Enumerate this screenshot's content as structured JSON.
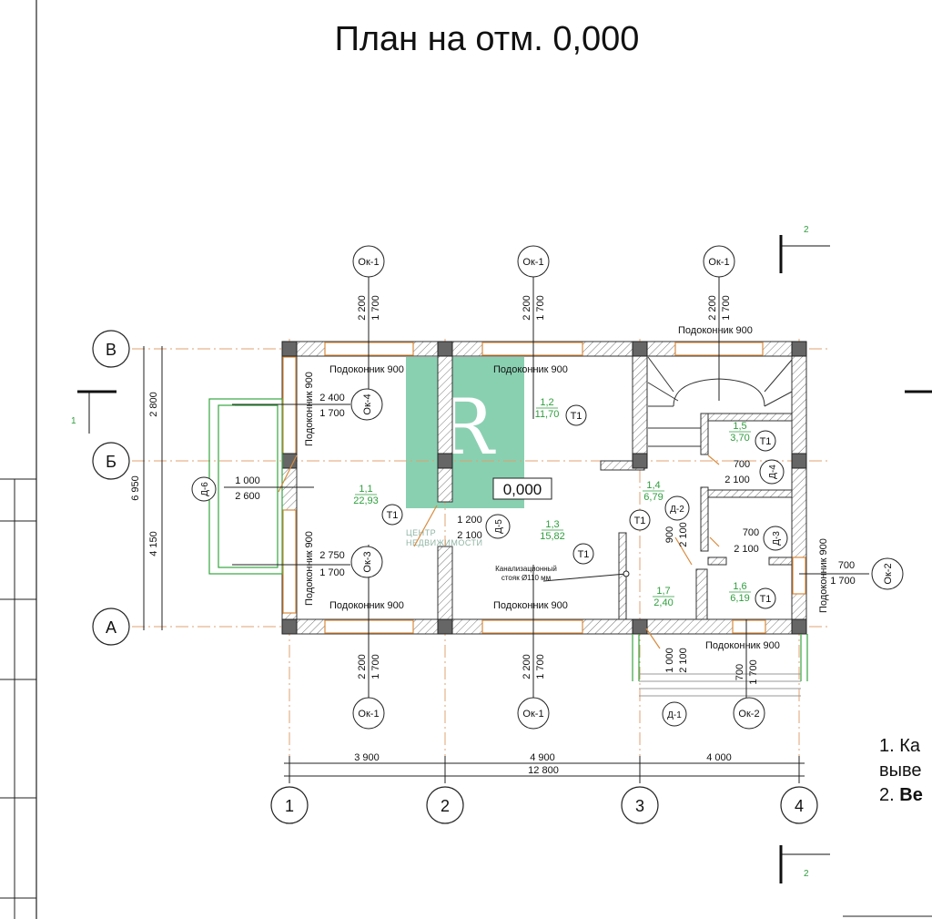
{
  "title": "План на отм. 0,000",
  "axes": {
    "rows": [
      "В",
      "Б",
      "А"
    ],
    "columns": [
      "1",
      "2",
      "3",
      "4"
    ]
  },
  "dimensions": {
    "spans": [
      "3 900",
      "4 900",
      "4 000"
    ],
    "total_width": "12 800",
    "vertical_spans": [
      "2 800",
      "4 150"
    ],
    "total_height": "6 950"
  },
  "windows": {
    "top": [
      {
        "tag": "Ок-1",
        "h": "2 200",
        "w": "1 700"
      },
      {
        "tag": "Ок-1",
        "h": "2 200",
        "w": "1 700"
      },
      {
        "tag": "Ок-1",
        "h": "2 200",
        "w": "1 700"
      }
    ],
    "bottom": [
      {
        "tag": "Ок-1",
        "h": "2 200",
        "w": "1 700"
      },
      {
        "tag": "Ок-1",
        "h": "2 200",
        "w": "1 700"
      }
    ],
    "left": [
      {
        "tag": "Ок-4",
        "a": "2 400",
        "b": "1 700"
      },
      {
        "tag": "Ок-3",
        "a": "2 750",
        "b": "1 700"
      }
    ],
    "right": {
      "tag": "Ок-2",
      "a": "700",
      "b": "1 700"
    },
    "bottom_right": {
      "tag": "Ок-2",
      "a": "700",
      "b": "1 700"
    }
  },
  "sills": {
    "label": "Подоконник 900"
  },
  "doors": {
    "d6": {
      "tag": "Д-6",
      "a": "1 000",
      "b": "2 600"
    },
    "d5": {
      "tag": "Д-5",
      "a": "1 200",
      "b": "2 100"
    },
    "d4": {
      "tag": "Д-4",
      "a": "700",
      "b": "2 100"
    },
    "d3": {
      "tag": "Д-3",
      "a": "700",
      "b": "2 100"
    },
    "d2": {
      "tag": "Д-2",
      "a": "900",
      "b": "2 100"
    },
    "d1": {
      "tag": "Д-1",
      "a": "1 000",
      "b": "2 100"
    }
  },
  "rooms": [
    {
      "num": "1,1",
      "area": "22,93",
      "mark": "Т1"
    },
    {
      "num": "1,2",
      "area": "11,70",
      "mark": "Т1"
    },
    {
      "num": "1,3",
      "area": "15,82",
      "mark": "Т1"
    },
    {
      "num": "1,4",
      "area": "6,79",
      "mark": "Т1"
    },
    {
      "num": "1,5",
      "area": "3,70",
      "mark": "Т1"
    },
    {
      "num": "1,6",
      "area": "6,19",
      "mark": "Т1"
    },
    {
      "num": "1,7",
      "area": "2,40",
      "mark": ""
    }
  ],
  "level_mark": "0,000",
  "riser_note": [
    "Канализационный",
    "стояк Ø110 мм"
  ],
  "sections": {
    "s1": "1",
    "s2": "2"
  },
  "notes": {
    "line1": "1. Ка",
    "line2": "выве",
    "line3_num": "2. ",
    "line3_bold": "Ве"
  },
  "watermark": {
    "line1": "ЦЕНТР",
    "line2": "НЕДВИЖИМОСТИ"
  },
  "colors": {
    "line": "#222222",
    "room_text": "#2e9e3c",
    "timber": "#d98a3c",
    "window_green": "#35a640",
    "watermark": "#5cbf94"
  }
}
